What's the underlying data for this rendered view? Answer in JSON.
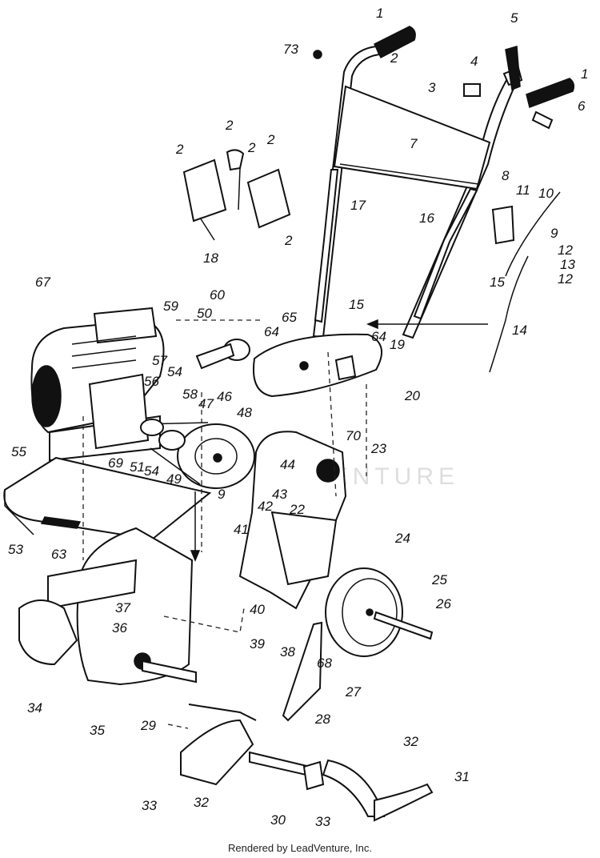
{
  "diagram": {
    "footer": "Rendered by LeadVenture, Inc.",
    "watermark": "ADVENTURE",
    "part_labels": [
      "1",
      "1",
      "2",
      "2",
      "2",
      "2",
      "2",
      "2",
      "3",
      "4",
      "5",
      "6",
      "7",
      "8",
      "9",
      "9",
      "10",
      "11",
      "12",
      "12",
      "13",
      "14",
      "15",
      "15",
      "16",
      "17",
      "18",
      "19",
      "20",
      "22",
      "23",
      "24",
      "25",
      "26",
      "27",
      "28",
      "29",
      "30",
      "31",
      "32",
      "32",
      "33",
      "33",
      "34",
      "35",
      "36",
      "37",
      "38",
      "39",
      "40",
      "41",
      "42",
      "43",
      "44",
      "46",
      "47",
      "48",
      "49",
      "50",
      "51",
      "53",
      "54",
      "54",
      "55",
      "56",
      "57",
      "58",
      "59",
      "60",
      "63",
      "64",
      "64",
      "65",
      "67",
      "68",
      "69",
      "70",
      "73"
    ]
  }
}
